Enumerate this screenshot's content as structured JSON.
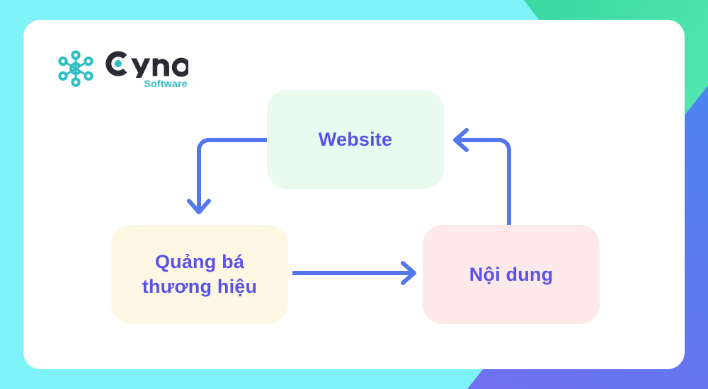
{
  "brand": {
    "logo_mark_name": "cyno-network-logo-mark",
    "name": "Cyno",
    "tagline": "Software",
    "mark_color": "#2cc0c6",
    "word_color": "#2b2b33",
    "tagline_color": "#2cc0c6"
  },
  "canvas": {
    "card_background": "#ffffff",
    "backdrop_cyan": "#7ef3f7",
    "backdrop_green": "#34d3a0",
    "backdrop_purple": "#8a6af0"
  },
  "diagram": {
    "type": "cycle-flowchart",
    "accent_arrow_color": "#5577ee",
    "node_text_color": "#5a52e8",
    "nodes": [
      {
        "id": "website",
        "label": "Website",
        "background": "#e8fbee"
      },
      {
        "id": "quangba",
        "label": "Quảng bá\nthương hiệu",
        "background": "#fdf7e3"
      },
      {
        "id": "noidung",
        "label": "Nội dung",
        "background": "#fde9e9"
      }
    ],
    "connections": [
      {
        "from": "website",
        "to": "quangba",
        "shape": "elbow-left-down",
        "arrowhead": "down"
      },
      {
        "from": "quangba",
        "to": "noidung",
        "shape": "straight-horizontal",
        "arrowhead": "right"
      },
      {
        "from": "noidung",
        "to": "website",
        "shape": "elbow-up-left",
        "arrowhead": "left"
      }
    ]
  }
}
